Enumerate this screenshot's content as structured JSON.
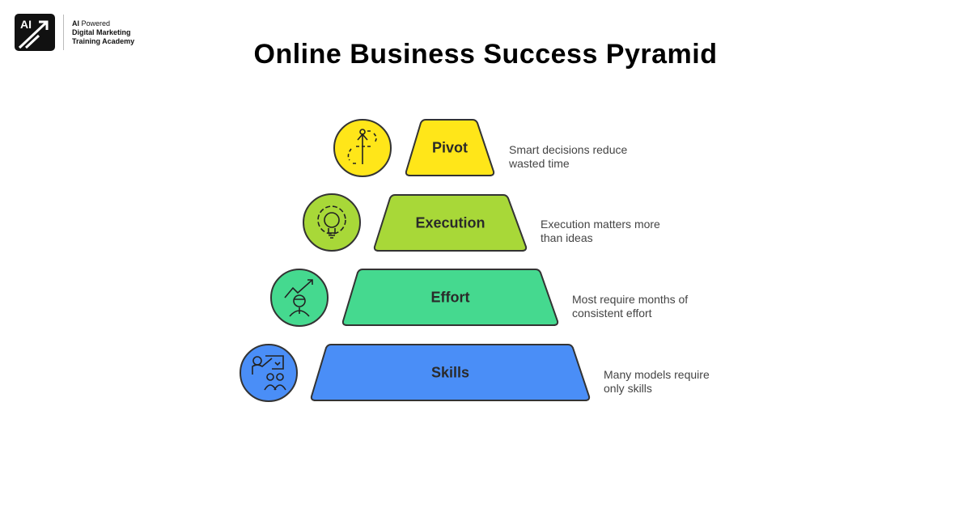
{
  "logo": {
    "mark": "AI",
    "line1_bold": "AI",
    "line1_rest": " Powered",
    "line2": "Digital Marketing",
    "line3": "Training Academy"
  },
  "title": "Online Business Success Pyramid",
  "levels": [
    {
      "label": "Pivot",
      "description_1": "Smart decisions reduce",
      "description_2": "wasted time",
      "color": "#FFE619",
      "icon": "dashed-path-arrow-icon"
    },
    {
      "label": "Execution",
      "description_1": "Execution matters more",
      "description_2": "than ideas",
      "color": "#A8D838",
      "icon": "gear-lightbulb-icon"
    },
    {
      "label": "Effort",
      "description_1": "Most require months of",
      "description_2": "consistent effort",
      "color": "#45D98F",
      "icon": "person-growth-icon"
    },
    {
      "label": "Skills",
      "description_1": "Many models require",
      "description_2": "only skills",
      "color": "#4A8EF7",
      "icon": "teacher-presentation-icon"
    }
  ]
}
